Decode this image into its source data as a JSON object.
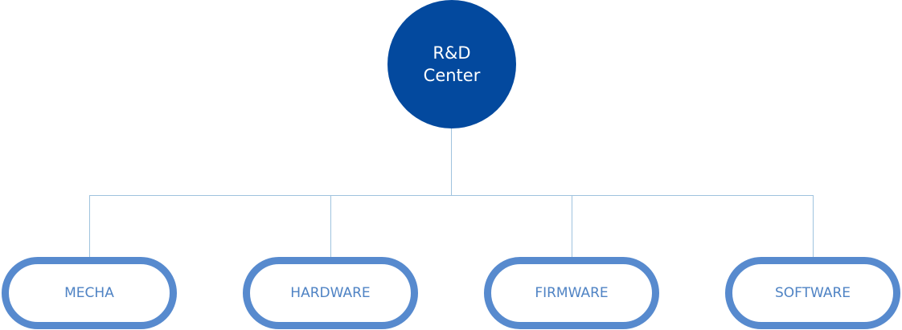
{
  "root": {
    "line1": "R&D",
    "line2": "Center",
    "color": "#03499e"
  },
  "departments": [
    {
      "label": "MECHA"
    },
    {
      "label": "HARDWARE"
    },
    {
      "label": "FIRMWARE"
    },
    {
      "label": "SOFTWARE"
    }
  ],
  "colors": {
    "pill_border": "#578ace",
    "pill_text": "#4f83c4",
    "connector": "#9fc3de"
  }
}
